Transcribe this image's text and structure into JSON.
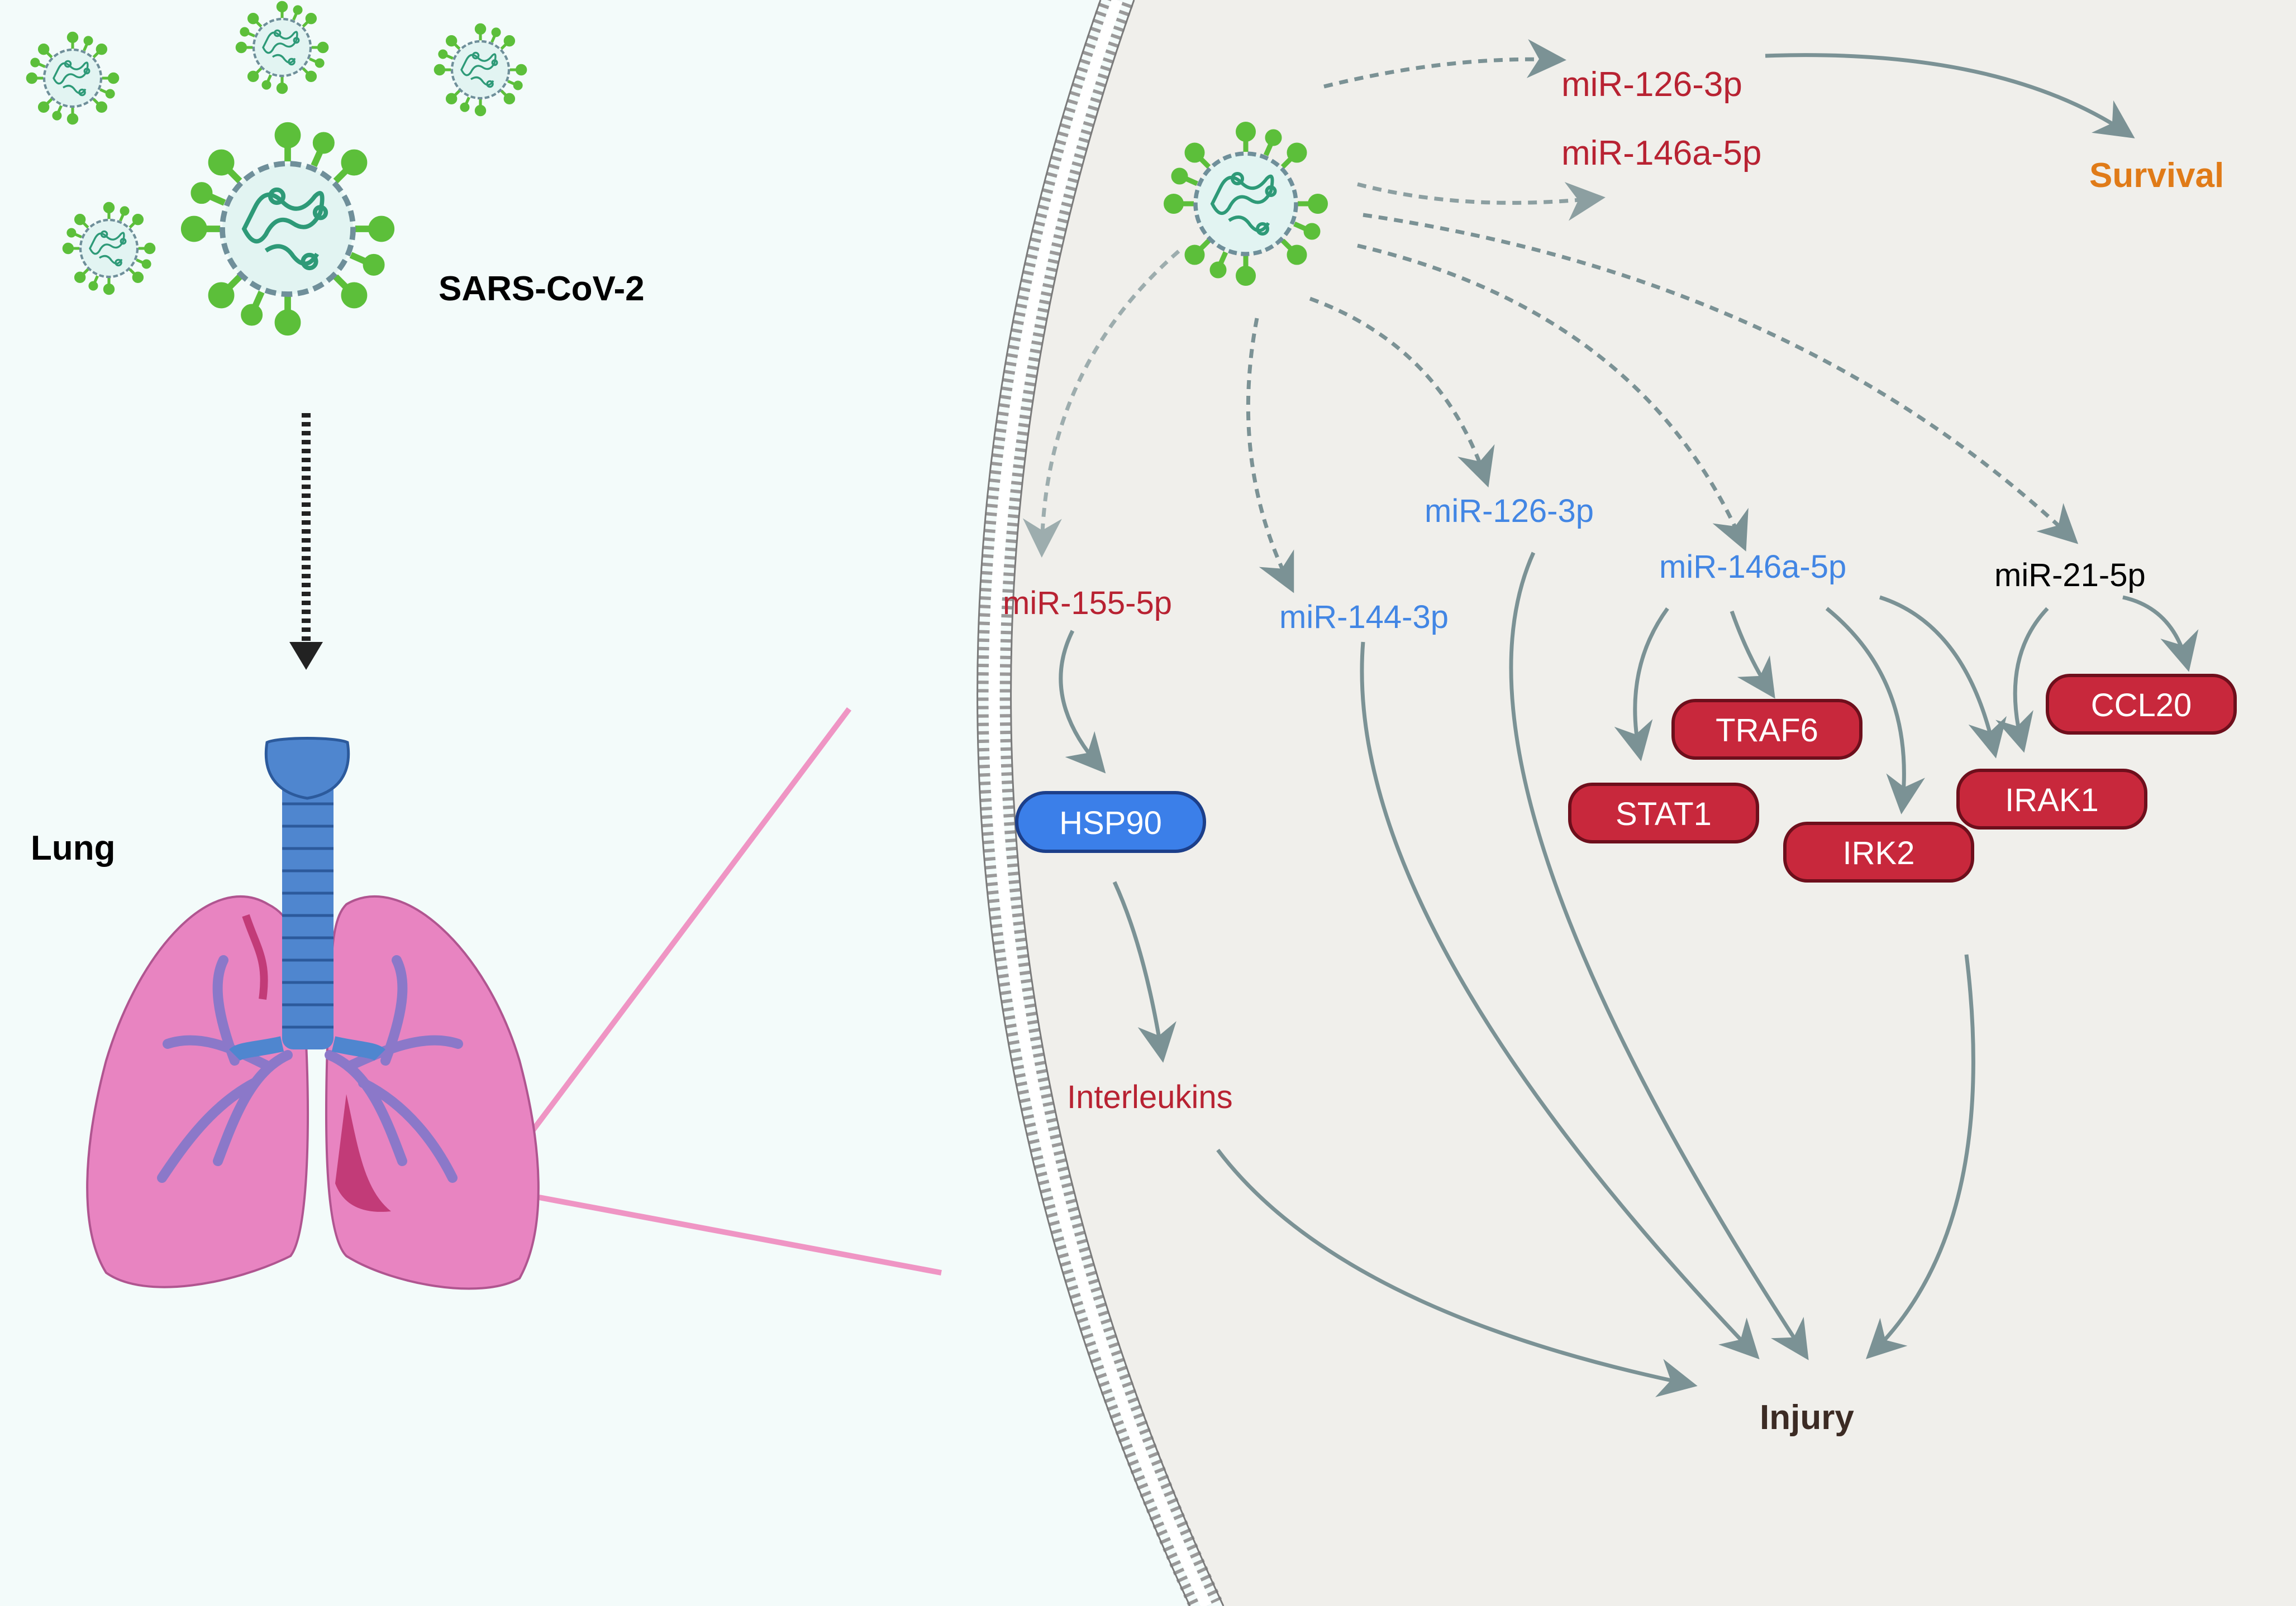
{
  "colors": {
    "background": "#f3fbfa",
    "cell_interior": "#f0efeb",
    "membrane": "#8e8e8e",
    "arrow": "#7b9295",
    "red_text": "#b82232",
    "blue_text": "#4286e4",
    "orange_text": "#e07b18",
    "dark_text": "#3c2b24",
    "red_pill": "#c8283c",
    "blue_pill": "#3b7fe9",
    "lung_pink": "#e884c1",
    "trachea_blue": "#4f86cf"
  },
  "labels": {
    "virus": "SARS-CoV-2",
    "organ": "Lung",
    "up_mir1": "miR-126-3p",
    "up_mir2": "miR-146a-5p",
    "survival": "Survival",
    "mir155": "miR-155-5p",
    "mir144": "miR-144-3p",
    "mir126": "miR-126-3p",
    "mir146": "miR-146a-5p",
    "mir21": "miR-21-5p",
    "interleukins": "Interleukins",
    "injury": "Injury"
  },
  "targets": {
    "hsp90": "HSP90",
    "traf6": "TRAF6",
    "stat1": "STAT1",
    "irk2": "IRK2",
    "irak1": "IRAK1",
    "ccl20": "CCL20"
  },
  "icons": {
    "virus": "coronavirus-icon",
    "lung": "lung-illustration",
    "membrane": "cell-membrane"
  }
}
